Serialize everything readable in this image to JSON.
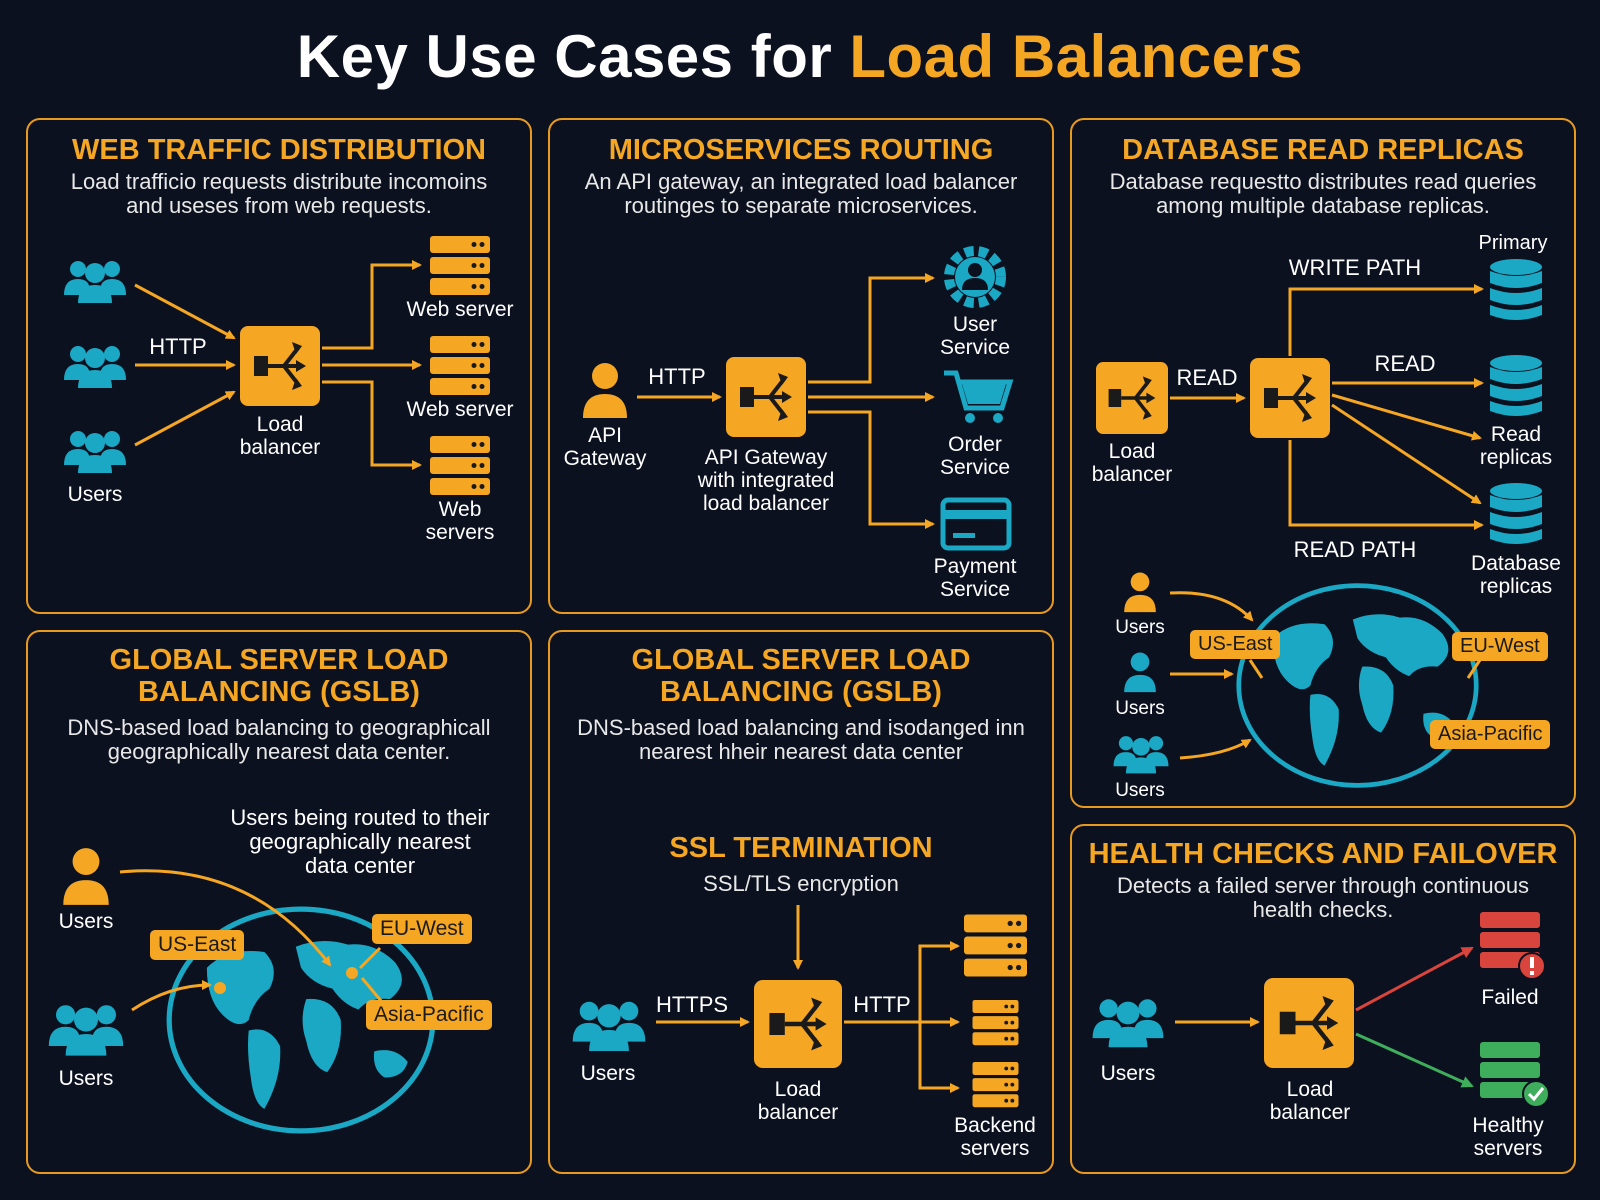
{
  "title": {
    "main": "Key Use Cases for ",
    "highlight": "Load Balancers"
  },
  "colors": {
    "background": "#0c1120",
    "accent": "#f5a623",
    "teal": "#1aa8c4",
    "failed": "#d9443c",
    "healthy": "#3fae5c"
  },
  "web": {
    "title": "WEB TRAFFIC DISTRIBUTION",
    "desc1": "Load trafficio requests distribute incomoins",
    "desc2": "and useses from web requests.",
    "http": "HTTP",
    "users": "Users",
    "lb1": "Load",
    "lb2": "balancer",
    "s1": "Web server",
    "s2": "Web server",
    "s3a": "Web",
    "s3b": "servers"
  },
  "micro": {
    "title": "MICROSERVICES ROUTING",
    "desc1": "An API gateway, an integrated load balancer",
    "desc2": "routinges to separate microservices.",
    "http": "HTTP",
    "api1": "API",
    "api2": "Gateway",
    "gw1": "API Gateway",
    "gw2": "with integrated",
    "gw3": "load balancer",
    "user1": "User",
    "user2": "Service",
    "order1": "Order",
    "order2": "Service",
    "pay1": "Payment",
    "pay2": "Service"
  },
  "db": {
    "title": "DATABASE READ REPLICAS",
    "desc1": "Database requestto distributes read queries",
    "desc2": "among multiple database replicas.",
    "primary": "Primary",
    "write_path": "WRITE PATH",
    "read1": "READ",
    "read2": "READ",
    "lb1": "Load",
    "lb2": "balancer",
    "rr1": "Read",
    "rr2": "replicas",
    "read_path": "READ PATH",
    "dbr1": "Database",
    "dbr2": "replicas",
    "users": "Users",
    "us_east": "US-East",
    "eu_west": "EU-West",
    "asia": "Asia-Pacific"
  },
  "gslb1": {
    "title1": "GLOBAL SERVER LOAD",
    "title2": "BALANCING (GSLB)",
    "desc1": "DNS-based load balancing to geographicall",
    "desc2": "geographically nearest data center.",
    "note1": "Users being routed to their",
    "note2": "geographically nearest",
    "note3": "data center",
    "users": "Users",
    "us_east": "US-East",
    "eu_west": "EU-West",
    "asia": "Asia-Pacific"
  },
  "gslb2": {
    "title1": "GLOBAL SERVER LOAD",
    "title2": "BALANCING (GSLB)",
    "desc1": "DNS-based load balancing and isodanged inn",
    "desc2": "nearest hheir nearest data center"
  },
  "ssl": {
    "title": "SSL TERMINATION",
    "enc": "SSL/TLS encryption",
    "https": "HTTPS",
    "http": "HTTP",
    "users": "Users",
    "lb1": "Load",
    "lb2": "balancer",
    "be1": "Backend",
    "be2": "servers"
  },
  "health": {
    "title": "HEALTH CHECKS AND FAILOVER",
    "desc1": "Detects a failed server through continuous",
    "desc2": "health checks.",
    "users": "Users",
    "lb1": "Load",
    "lb2": "balancer",
    "failed": "Failed",
    "h1": "Healthy",
    "h2": "servers"
  }
}
